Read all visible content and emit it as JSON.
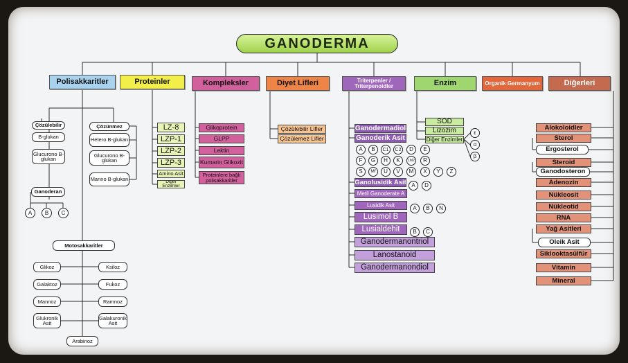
{
  "title": "GANODERMA",
  "colors": {
    "board": "#f3f4f6",
    "line": "#2a2a2a",
    "title_fill": "#b5e36a",
    "poli": "#a9d2ef",
    "protein": "#f2ee4a",
    "protein_item": "#e8f3b8",
    "komp": "#d2609c",
    "diyet": "#ee8546",
    "diyet_item": "#f6c393",
    "triter": "#9f66bc",
    "triter_item": "#c3a0dc",
    "triter_dark": "#8f5ab3",
    "enzim": "#9fd66f",
    "enzim_item": "#c9eb9f",
    "organik": "#e4673c",
    "diger": "#c46a4e",
    "diger_item": "#e29278"
  },
  "categories": {
    "poli": "Polisakkaritler",
    "protein": "Proteinler",
    "komp": "Kompleksler",
    "diyet": "Diyet Lifleri",
    "triter": "Triterpenler / Triterpenoidler",
    "enzim": "Enzim",
    "organik": "Organik Germanyum",
    "diger": "Diğerleri"
  },
  "poli": {
    "cozulebilir": "Çözülebilir",
    "b_glukan": "B-glukan",
    "glucurono_b_glukan_1": "Glucurono B-glukan",
    "cozunmez": "Çözünmez",
    "hetero_b_glukan": "Hetero B-glukan",
    "glucurono_b_glukan_2": "Glucurono B-glukan",
    "manno_b_glukan": "Manno B-glukan",
    "ganoderan": "Ganoderan",
    "ganoderan_types": [
      "A",
      "B",
      "C"
    ],
    "motosakkaritler": "Motosakkaritler",
    "sugars_left": [
      "Glikoz",
      "Galaktoz",
      "Mannoz",
      "Glukronik Asit"
    ],
    "sugars_right": [
      "Ksiloz",
      "Fukoz",
      "Ramnoz",
      "Galakuronik Asit"
    ],
    "arabinoz": "Arabinoz"
  },
  "protein": {
    "items": [
      "LZ-8",
      "LZP-1",
      "LZP-2",
      "LZP-3",
      "Amino Asit",
      "Diğer Enzimler"
    ]
  },
  "komp": {
    "items": [
      "Glikoprotein",
      "GLPP",
      "Lektin",
      "Kumarin Glikozit",
      "Proteinlere bağlı polisakkaritler"
    ]
  },
  "diyet": {
    "items": [
      "Çözülebilir Lifler",
      "Çözülemez Lifler"
    ]
  },
  "triter": {
    "ganodermadiol": "Ganodermadiol",
    "ganoderik_asit": "Ganoderik Asit",
    "ganoderik_row1": [
      "A",
      "B",
      "C1",
      "C2",
      "D",
      "E"
    ],
    "ganoderik_row2": [
      "F",
      "G",
      "H",
      "K",
      "LM2",
      "R"
    ],
    "ganoderik_row3": [
      "S",
      "Mf",
      "U",
      "V",
      "M",
      "X",
      "Y",
      "Z"
    ],
    "ganolusidik_asit": "Ganolusidik Asit",
    "ganolusidik_types": [
      "A",
      "D"
    ],
    "metil_ganoderate": "Metil Ganoderate A",
    "lusidik_asit": "Lusidik Asit",
    "lusidik_types": [
      "A",
      "B",
      "N"
    ],
    "lusimol_b": "Lusimol B",
    "lusialdehit": "Lusialdehit",
    "lusialdehit_types": [
      "B",
      "C"
    ],
    "ganodermanontriol": "Ganodermanontriol",
    "lanostanoid": "Lanostanoid",
    "ganodermanondiol": "Ganodermanondiol"
  },
  "enzim": {
    "items": [
      "SOD",
      "Lizozim",
      "Diğer Enzimler"
    ],
    "greek": [
      "ε",
      "α",
      "β"
    ]
  },
  "diger": {
    "items": [
      "Alokoloidler",
      "Sterol",
      "Ergosterol",
      "Steroid",
      "Ganodosteron",
      "Adenozin",
      "Nükleosit",
      "Nükleotid",
      "RNA",
      "Yağ Asitleri",
      "Oleik Asit",
      "Siklooktasülfür",
      "Vitamin",
      "Mineral"
    ]
  }
}
